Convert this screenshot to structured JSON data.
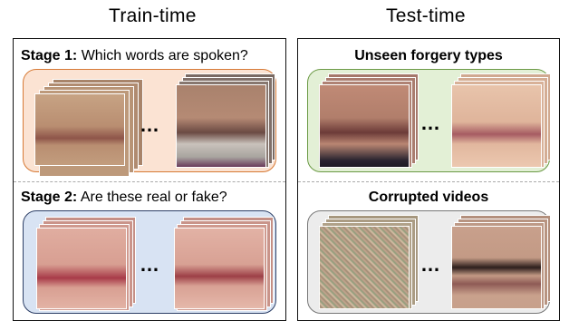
{
  "headers": {
    "train": "Train-time",
    "test": "Test-time"
  },
  "train": {
    "stage1": {
      "prefix": "Stage 1:",
      "text": " Which words are spoken?"
    },
    "stage2": {
      "prefix": "Stage 2:",
      "text": " Are these real or fake?"
    }
  },
  "test": {
    "unseen_label": "Unseen forgery types",
    "corrupted_label": "Corrupted videos"
  },
  "ellipsis": "…",
  "colors": {
    "stage1_bg": "#fbe3d3",
    "stage1_border": "#d77a36",
    "stage2_bg": "#d8e3f3",
    "stage2_border": "#2d3f66",
    "unseen_bg": "#e3f0d6",
    "unseen_border": "#6b9a45",
    "corrupt_bg": "#ececec",
    "corrupt_border": "#777777"
  }
}
